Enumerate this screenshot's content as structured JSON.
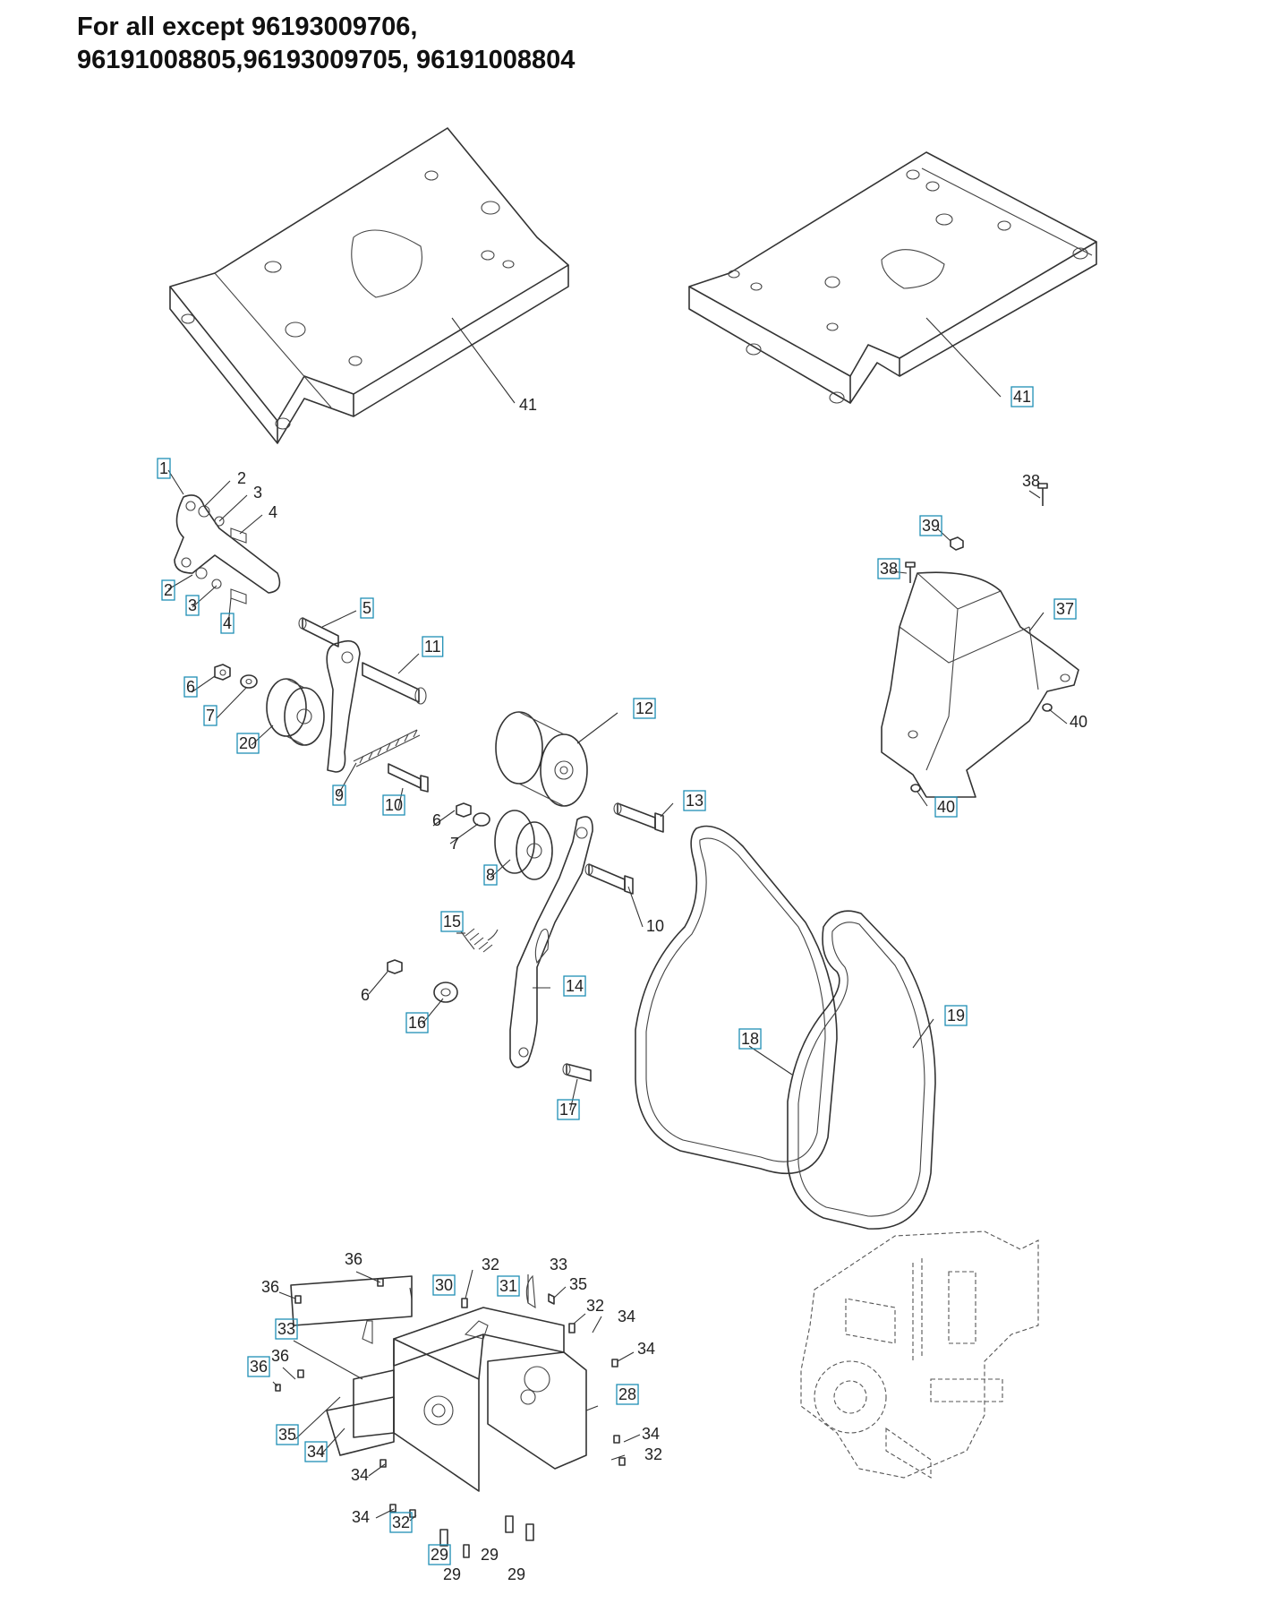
{
  "title": "For all except 96193009706,\n96191008805,96193009705, 96191008804",
  "callouts": [
    {
      "n": "41",
      "boxed": false
    },
    {
      "n": "41",
      "boxed": true
    },
    {
      "n": "1",
      "boxed": true
    },
    {
      "n": "2",
      "boxed": false
    },
    {
      "n": "3",
      "boxed": false
    },
    {
      "n": "4",
      "boxed": false
    },
    {
      "n": "2",
      "boxed": true
    },
    {
      "n": "3",
      "boxed": true
    },
    {
      "n": "4",
      "boxed": true
    },
    {
      "n": "5",
      "boxed": true
    },
    {
      "n": "11",
      "boxed": true
    },
    {
      "n": "6",
      "boxed": true
    },
    {
      "n": "7",
      "boxed": true
    },
    {
      "n": "20",
      "boxed": true
    },
    {
      "n": "9",
      "boxed": true
    },
    {
      "n": "10",
      "boxed": true
    },
    {
      "n": "12",
      "boxed": true
    },
    {
      "n": "6",
      "boxed": false
    },
    {
      "n": "7",
      "boxed": false
    },
    {
      "n": "8",
      "boxed": true
    },
    {
      "n": "13",
      "boxed": true
    },
    {
      "n": "10",
      "boxed": false
    },
    {
      "n": "15",
      "boxed": true
    },
    {
      "n": "14",
      "boxed": true
    },
    {
      "n": "6",
      "boxed": false
    },
    {
      "n": "16",
      "boxed": true
    },
    {
      "n": "17",
      "boxed": true
    },
    {
      "n": "18",
      "boxed": true
    },
    {
      "n": "19",
      "boxed": true
    },
    {
      "n": "38",
      "boxed": false
    },
    {
      "n": "39",
      "boxed": true
    },
    {
      "n": "38",
      "boxed": true
    },
    {
      "n": "37",
      "boxed": true
    },
    {
      "n": "40",
      "boxed": false
    },
    {
      "n": "40",
      "boxed": true
    },
    {
      "n": "36",
      "boxed": false
    },
    {
      "n": "36",
      "boxed": false
    },
    {
      "n": "30",
      "boxed": true
    },
    {
      "n": "32",
      "boxed": false
    },
    {
      "n": "31",
      "boxed": true
    },
    {
      "n": "33",
      "boxed": false
    },
    {
      "n": "35",
      "boxed": false
    },
    {
      "n": "32",
      "boxed": false
    },
    {
      "n": "34",
      "boxed": false
    },
    {
      "n": "33",
      "boxed": true
    },
    {
      "n": "36",
      "boxed": false
    },
    {
      "n": "34",
      "boxed": false
    },
    {
      "n": "36",
      "boxed": true
    },
    {
      "n": "28",
      "boxed": true
    },
    {
      "n": "35",
      "boxed": true
    },
    {
      "n": "34",
      "boxed": true
    },
    {
      "n": "34",
      "boxed": false
    },
    {
      "n": "32",
      "boxed": false
    },
    {
      "n": "34",
      "boxed": false
    },
    {
      "n": "34",
      "boxed": false
    },
    {
      "n": "32",
      "boxed": true
    },
    {
      "n": "29",
      "boxed": true
    },
    {
      "n": "29",
      "boxed": false
    },
    {
      "n": "29",
      "boxed": false
    },
    {
      "n": "29",
      "boxed": false
    }
  ]
}
